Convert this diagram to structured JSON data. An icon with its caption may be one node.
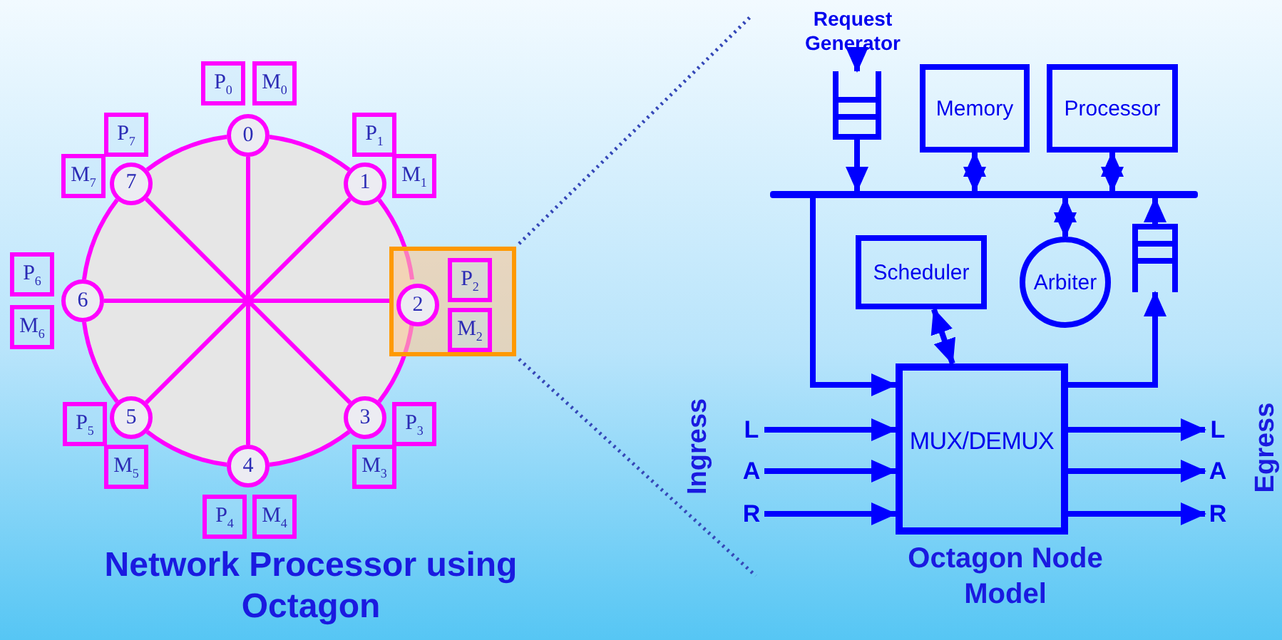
{
  "diagram": {
    "nodes": [
      {
        "text": [],
        "shape": "box"
      },
      {
        "text": [
          "0"
        ]
      },
      {
        "text": [
          "1"
        ]
      },
      {
        "text": [
          "2"
        ],
        "in": 0
      },
      {
        "text": [
          "3"
        ]
      },
      {
        "text": [
          "4"
        ]
      },
      {
        "text": [
          "5"
        ]
      },
      {
        "text": [
          "6"
        ]
      },
      {
        "text": [
          "7"
        ]
      },
      {
        "text": [
          "P$_{0}$"
        ]
      },
      {
        "text": [
          "M$_{0}$"
        ]
      },
      {
        "text": [
          "P$_{1}$"
        ]
      },
      {
        "text": [
          "M$_{1}$"
        ]
      },
      {
        "text": [
          "P$_{2}$"
        ],
        "in": 0
      },
      {
        "text": [
          "M$_{2}$"
        ],
        "in": 0
      },
      {
        "text": [
          "P$_{3}$"
        ]
      },
      {
        "text": [
          "M$_{3}$"
        ]
      },
      {
        "text": [
          "P$_{4}$"
        ]
      },
      {
        "text": [
          "M$_{4}$"
        ]
      },
      {
        "text": [
          "P$_{5}$"
        ]
      },
      {
        "text": [
          "M$_{5}$"
        ]
      },
      {
        "text": [
          "P$_{6}$"
        ]
      },
      {
        "text": [
          "M$_{6}$"
        ]
      },
      {
        "text": [
          "P$_{7}$"
        ]
      },
      {
        "text": [
          "M$_{7}$"
        ]
      },
      {
        "text": [
          "Request Generator"
        ]
      },
      {
        "text": [],
        "shape": "queue"
      },
      {
        "text": [
          "Memory"
        ]
      },
      {
        "text": [
          "Processor"
        ]
      },
      {
        "text": [],
        "shape": "bar"
      },
      {
        "text": [
          "Scheduler"
        ]
      },
      {
        "text": [
          "Arbiter"
        ]
      },
      {
        "text": [],
        "shape": "queue"
      },
      {
        "text": [
          "MUX/DEMUX"
        ]
      },
      {
        "text": [
          "L"
        ]
      },
      {
        "text": [
          "A"
        ]
      },
      {
        "text": [
          "R"
        ]
      },
      {
        "text": [
          "L"
        ]
      },
      {
        "text": [
          "A"
        ]
      },
      {
        "text": [
          "R"
        ]
      }
    ],
    "edges": [
      {
        "from": 1,
        "to": 2,
        "arrow": "none",
        "color": "#ff00ff"
      },
      {
        "from": 2,
        "to": 3,
        "arrow": "none",
        "color": "#ff00ff"
      },
      {
        "from": 3,
        "to": 4,
        "arrow": "none",
        "color": "#ff00ff"
      },
      {
        "from": 4,
        "to": 5,
        "arrow": "none",
        "color": "#ff00ff"
      },
      {
        "from": 5,
        "to": 6,
        "arrow": "none",
        "color": "#ff00ff"
      },
      {
        "from": 6,
        "to": 7,
        "arrow": "none",
        "color": "#ff00ff"
      },
      {
        "from": 7,
        "to": 8,
        "arrow": "none",
        "color": "#ff00ff"
      },
      {
        "from": 8,
        "to": 1,
        "arrow": "none",
        "color": "#ff00ff"
      },
      {
        "from": 1,
        "to": 5,
        "arrow": "none",
        "color": "#ff00ff"
      },
      {
        "from": 2,
        "to": 6,
        "arrow": "none",
        "color": "#ff00ff"
      },
      {
        "from": 3,
        "to": 7,
        "arrow": "none",
        "color": "#ff00ff"
      },
      {
        "from": 4,
        "to": 8,
        "arrow": "none",
        "color": "#ff00ff"
      },
      {
        "from": 25,
        "to": 26,
        "arrow": "to"
      },
      {
        "from": 26,
        "to": 29,
        "arrow": "to"
      },
      {
        "from": 27,
        "to": 29,
        "arrow": "both"
      },
      {
        "from": 28,
        "to": 29,
        "arrow": "both"
      },
      {
        "from": 29,
        "to": 31,
        "arrow": "both"
      },
      {
        "from": 32,
        "to": 29,
        "arrow": "to"
      },
      {
        "from": 29,
        "to": 33,
        "arrow": "to"
      },
      {
        "from": 33,
        "to": 32,
        "arrow": "to"
      },
      {
        "from": 30,
        "to": 33,
        "arrow": "both"
      },
      {
        "from": 34,
        "to": 33,
        "arrow": "to"
      },
      {
        "from": 35,
        "to": 33,
        "arrow": "to"
      },
      {
        "from": 36,
        "to": 33,
        "arrow": "to"
      },
      {
        "from": 33,
        "to": 37,
        "arrow": "to"
      },
      {
        "from": 33,
        "to": 38,
        "arrow": "to"
      },
      {
        "from": 33,
        "to": 39,
        "arrow": "to"
      }
    ],
    "labels": [
      "Ingress",
      "Egress",
      "Network Processor using Octagon",
      "Octagon Node Model"
    ]
  }
}
